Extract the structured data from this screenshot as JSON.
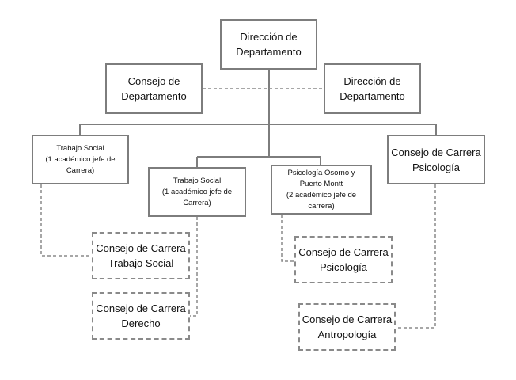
{
  "nodes": {
    "direccion_top": {
      "lines": [
        "Dirección de",
        "Departamento"
      ]
    },
    "consejo_departamento": {
      "lines": [
        "Consejo de",
        "Departamento"
      ]
    },
    "direccion_right": {
      "lines": [
        "Dirección de",
        "Departamento"
      ]
    },
    "trabajo_social_1": {
      "lines": [
        "Trabajo Social",
        "(1 académico jefe de",
        "Carrera)"
      ]
    },
    "trabajo_social_2": {
      "lines": [
        "Trabajo Social",
        "(1 académico jefe de",
        "Carrera)"
      ]
    },
    "psicologia_osorno": {
      "lines": [
        "Psicología Osorno y",
        "Puerto Montt",
        "(2 académico jefe de",
        "carrera)"
      ]
    },
    "consejo_carrera_psicologia_top": {
      "lines": [
        "Consejo de Carrera",
        "Psicología"
      ]
    },
    "consejo_carrera_trabajo_social": {
      "lines": [
        "Consejo de Carrera",
        "Trabajo Social"
      ]
    },
    "consejo_carrera_derecho": {
      "lines": [
        "Consejo de Carrera",
        "Derecho"
      ]
    },
    "consejo_carrera_psicologia": {
      "lines": [
        "Consejo de Carrera",
        "Psicología"
      ]
    },
    "consejo_carrera_antropologia": {
      "lines": [
        "Consejo de Carrera",
        "Antropología"
      ]
    }
  },
  "colors": {
    "line": "#7d7d7d",
    "dashed_line": "#8a8a8a",
    "text": "#111111"
  }
}
